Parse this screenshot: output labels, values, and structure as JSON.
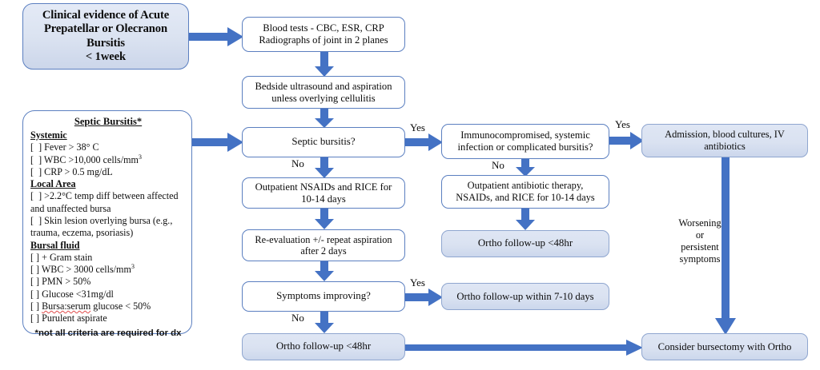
{
  "diagram": {
    "title_box": {
      "text": "Clinical evidence of Acute\nPrepatellar or Olecranon\nBursitis\n< 1week"
    },
    "criteria_box": {
      "heading": "Septic Bursitis*",
      "sections": [
        {
          "label": "Systemic",
          "items": [
            "[  ] Fever > 38° C",
            "[  ] WBC >10,000 cells/mm3",
            "[  ] CRP > 0.5 mg/dL"
          ]
        },
        {
          "label": "Local Area",
          "items": [
            "[  ] >2.2°C temp diff between affected and unaffected bursa",
            "[  ] Skin lesion overlying bursa (e.g., trauma, eczema, psoriasis)"
          ]
        },
        {
          "label": "Bursal fluid",
          "items": [
            "[ ] + Gram stain",
            "[ ] WBC > 3000 cells/mm3",
            "[ ] PMN > 50%",
            "[ ] Glucose <31mg/dl",
            "[ ] Bursa:serum glucose < 50%",
            "[ ] Purulent aspirate"
          ]
        }
      ],
      "footnote": "*not all criteria are required\nfor dx"
    },
    "nodes": {
      "blood_tests": "Blood tests -  CBC, ESR, CRP\nRadiographs of joint in 2 planes",
      "ultrasound": "Bedside ultrasound and aspiration\nunless overlying cellulitis",
      "septic_decision": "Septic bursitis?",
      "immuno_decision": "Immunocompromised, systemic\ninfection or complicated bursitis?",
      "admission": "Admission, blood cultures, IV\nantibiotics",
      "outpatient_nsaids": "Outpatient NSAIDs and RICE for\n10-14 days",
      "outpatient_abx": "Outpatient antibiotic therapy,\nNSAIDs, and RICE for 10-14 days",
      "ortho_48hr_mid": "Ortho follow-up <48hr",
      "reevaluation": "Re-evaluation +/- repeat aspiration\nafter 2 days",
      "symptoms_decision": "Symptoms improving?",
      "ortho_7_10": "Ortho follow-up within 7-10 days",
      "ortho_48hr_bottom": "Ortho follow-up <48hr",
      "bursectomy": "Consider bursectomy with Ortho"
    },
    "branch_labels": {
      "septic_yes": "Yes",
      "septic_no": "No",
      "immuno_yes": "Yes",
      "immuno_no": "No",
      "symptoms_yes": "Yes",
      "symptoms_no": "No",
      "worsening": "Worsening\nor\npersistent\nsymptoms"
    },
    "colors": {
      "arrow_blue": "#4472C4",
      "box_border_blue": "#5b7fc0",
      "box_fill_light": "#dce3f1",
      "spellcheck_red": "#e04a4a"
    }
  }
}
